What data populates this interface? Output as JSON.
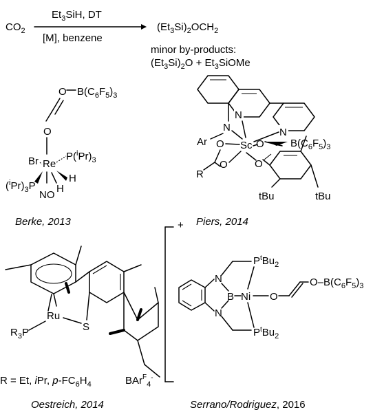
{
  "reaction": {
    "reactant": "CO2",
    "conditions_top": "Et3SiH, DT",
    "conditions_bottom": "[M], benzene",
    "product": "(Et3Si)2OCH2",
    "byproducts_heading": "minor by-products:",
    "byproducts_list": "(Et3Si)2O + Et3SiOMe"
  },
  "complexes": [
    {
      "id": "berke",
      "caption": "Berke, 2013",
      "atoms": {
        "boron_group": "O–B(C6F5)3",
        "bromine": "Br",
        "phosphine_right": "P(iPr)3",
        "metal": "Re",
        "phosphine_left": "(iPr)3P",
        "hydride_1": "H",
        "hydride_2": "H",
        "nitrosyl": "NO",
        "oxygen": "O"
      }
    },
    {
      "id": "piers",
      "caption": "Piers, 2014",
      "atoms": {
        "aryl": "Ar",
        "amide_n": "N",
        "quinoline_n": "N",
        "pyridine_n": "N",
        "metal": "Sc",
        "borane": "B(C6F5)3",
        "alkyl": "R",
        "tbu_1": "tBu",
        "tbu_2": "tBu",
        "oxygen": "O"
      }
    },
    {
      "id": "oestreich",
      "caption": "Oestreich, 2014",
      "atoms": {
        "metal": "Ru",
        "sulfur": "S",
        "phosphine": "R3P",
        "charge": "+"
      },
      "r_groups": "R = Et, iPr, p-FC6H4",
      "counterion": "BArF4-"
    },
    {
      "id": "serrano",
      "caption": "Serrano/Rodriguez, 2016",
      "atoms": {
        "nitrogen": "N",
        "boron": "B",
        "metal": "Ni",
        "oxygen": "O",
        "phosphine_top": "PtBu2",
        "phosphine_bottom": "PtBu2",
        "boron_group": "O–B(C6F5)3"
      }
    }
  ]
}
